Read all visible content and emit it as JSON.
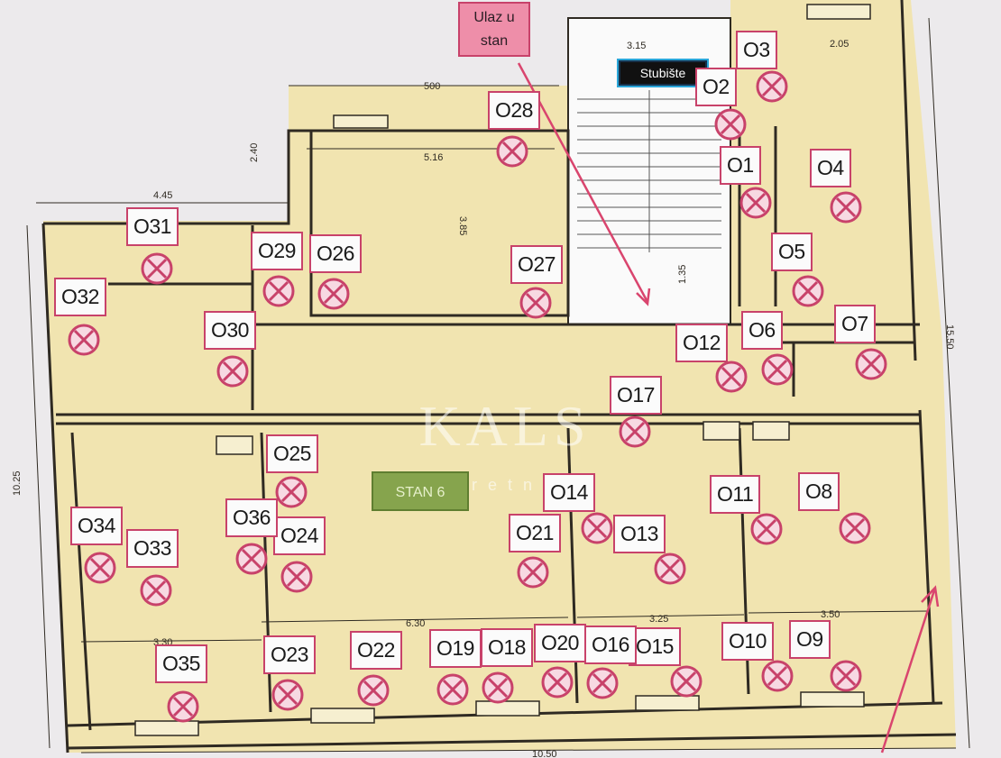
{
  "entrance_label": "Ulaz u stan",
  "stairwell_label": "Stubište",
  "apartment_label": "STAN 6",
  "watermark": {
    "brand": "KALS",
    "sub": "nekretnine"
  },
  "outlets": [
    {
      "id": "O1",
      "label": "O1"
    },
    {
      "id": "O2",
      "label": "O2"
    },
    {
      "id": "O3",
      "label": "O3"
    },
    {
      "id": "O4",
      "label": "O4"
    },
    {
      "id": "O5",
      "label": "O5"
    },
    {
      "id": "O6",
      "label": "O6"
    },
    {
      "id": "O7",
      "label": "O7"
    },
    {
      "id": "O8",
      "label": "O8"
    },
    {
      "id": "O9",
      "label": "O9"
    },
    {
      "id": "O10",
      "label": "O10"
    },
    {
      "id": "O11",
      "label": "O11"
    },
    {
      "id": "O12",
      "label": "O12"
    },
    {
      "id": "O13",
      "label": "O13"
    },
    {
      "id": "O14",
      "label": "O14"
    },
    {
      "id": "O15",
      "label": "O15"
    },
    {
      "id": "O16",
      "label": "O16"
    },
    {
      "id": "O17",
      "label": "O17"
    },
    {
      "id": "O18",
      "label": "O18"
    },
    {
      "id": "O19",
      "label": "O19"
    },
    {
      "id": "O20",
      "label": "O20"
    },
    {
      "id": "O21",
      "label": "O21"
    },
    {
      "id": "O22",
      "label": "O22"
    },
    {
      "id": "O23",
      "label": "O23"
    },
    {
      "id": "O24",
      "label": "O24"
    },
    {
      "id": "O25",
      "label": "O25"
    },
    {
      "id": "O26",
      "label": "O26"
    },
    {
      "id": "O27",
      "label": "O27"
    },
    {
      "id": "O28",
      "label": "O28"
    },
    {
      "id": "O29",
      "label": "O29"
    },
    {
      "id": "O30",
      "label": "O30"
    },
    {
      "id": "O31",
      "label": "O31"
    },
    {
      "id": "O32",
      "label": "O32"
    },
    {
      "id": "O33",
      "label": "O33"
    },
    {
      "id": "O34",
      "label": "O34"
    },
    {
      "id": "O35",
      "label": "O35"
    },
    {
      "id": "O36",
      "label": "O36"
    }
  ],
  "dimensions": [
    "500",
    "5.16",
    "3.85",
    "2.40",
    "4.45",
    "6.30",
    "3.30",
    "3.25",
    "3.50",
    "10.25",
    "15.50",
    "1.35",
    "3.15",
    "2.05",
    "10.50"
  ],
  "colors": {
    "floor": "#f1e4b0",
    "wall": "#2f2a22",
    "marker": "#c8426a",
    "arrow": "#d9456e",
    "stair_bg": "#fafafa"
  },
  "icons": {
    "outlet": "crossed-circle-icon",
    "route": "arrow-icon"
  }
}
